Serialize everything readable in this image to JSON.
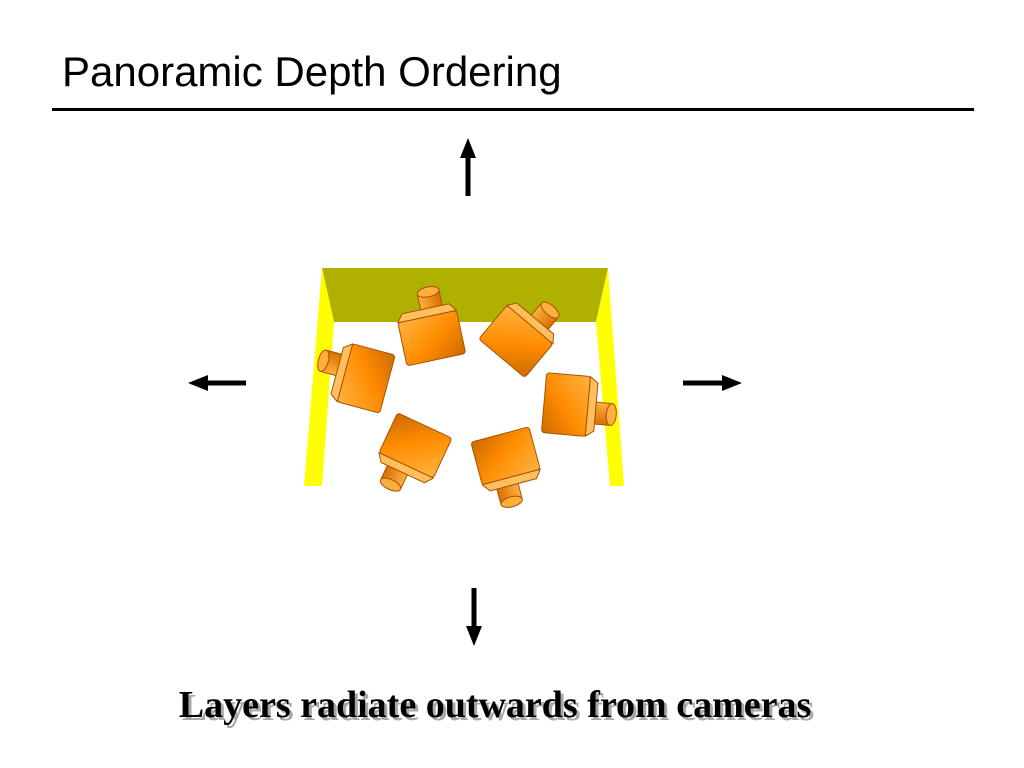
{
  "slide": {
    "title": "Panoramic Depth Ordering",
    "caption": "Layers radiate outwards from cameras"
  },
  "diagram": {
    "arrows": [
      "up",
      "down",
      "left",
      "right"
    ],
    "camera_count": 6,
    "colors": {
      "box_back_wall": "#b0b000",
      "box_front_wall": "#b3b300",
      "box_side_wall": "#ffff00",
      "camera": "#ff8c00",
      "arrow": "#000000"
    }
  }
}
